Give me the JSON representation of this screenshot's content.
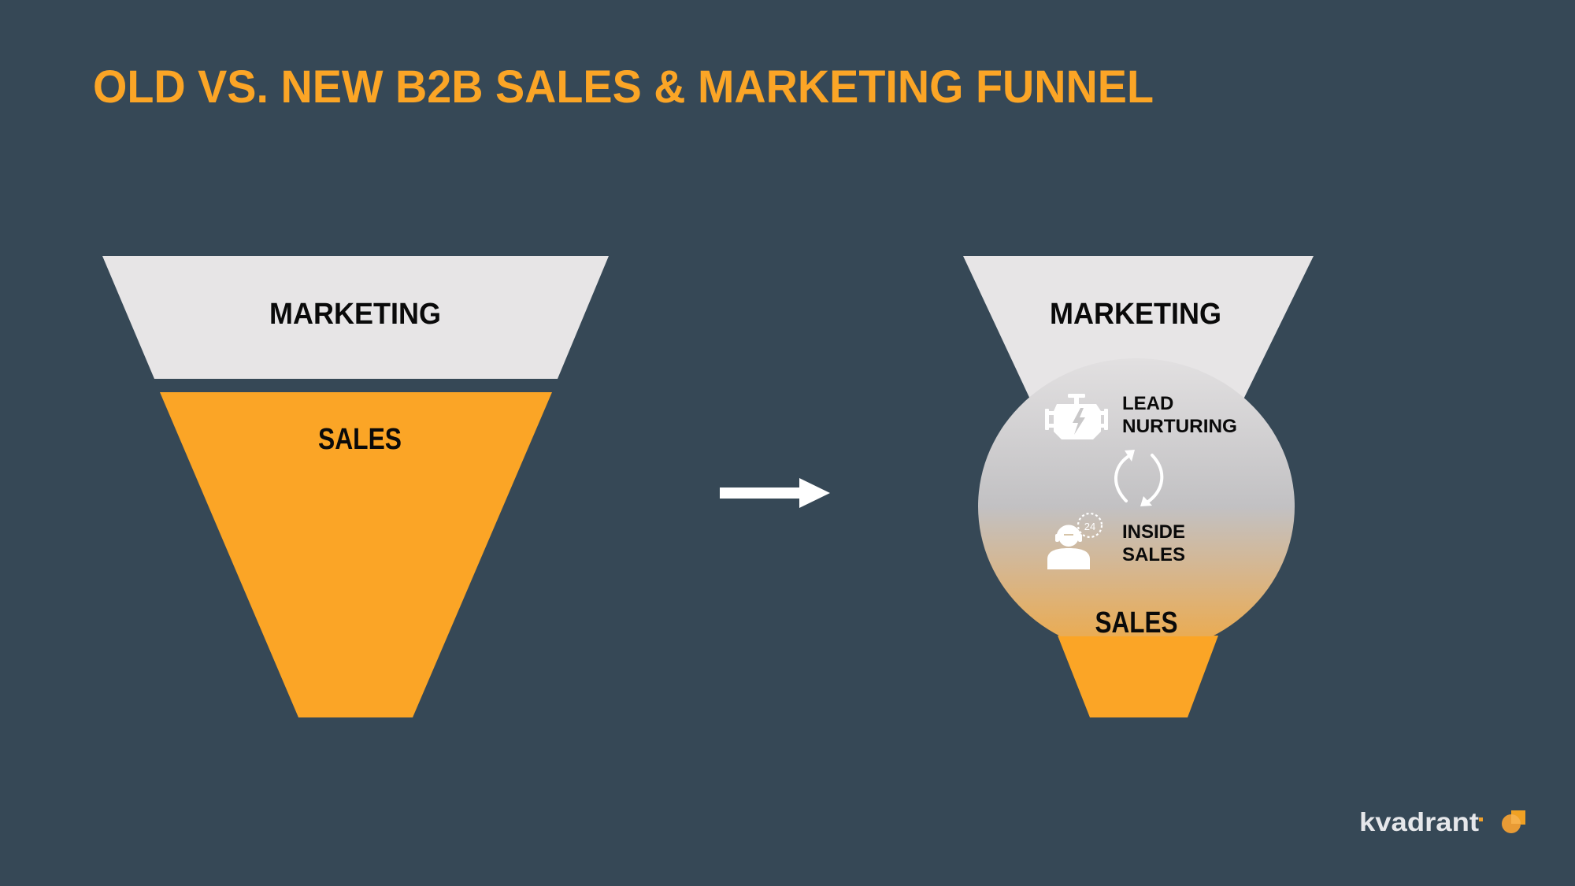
{
  "slide": {
    "title": "OLD VS. NEW B2B SALES & MARKETING FUNNEL",
    "background_color": "#364856",
    "accent_color": "#FBA526"
  },
  "old_funnel": {
    "top_section": {
      "label": "MARKETING",
      "color": "#E7E5E6"
    },
    "bottom_section": {
      "label": "SALES",
      "color": "#FBA526"
    }
  },
  "transition": {
    "icon": "arrow-right-icon",
    "color": "#FFFFFF"
  },
  "new_funnel": {
    "top_section": {
      "label": "MARKETING",
      "color": "#E7E5E6"
    },
    "middle_bulb": {
      "gradient": [
        "#E2E0E1",
        "#C2C1C3",
        "#D6B68E",
        "#EFA944"
      ],
      "steps": [
        {
          "icon": "engine-lightning-icon",
          "line1": "LEAD",
          "line2": "NURTURING"
        },
        {
          "icon": "headset-agent-24h-icon",
          "line1": "INSIDE",
          "line2": "SALES"
        }
      ],
      "cycle_icon": "cycle-arrows-icon",
      "bottom_label": "SALES"
    },
    "bottom_section": {
      "color": "#FBA526"
    }
  },
  "logo": {
    "text": "kvadrant",
    "icon": "kvadrant-logo-mark-icon"
  }
}
